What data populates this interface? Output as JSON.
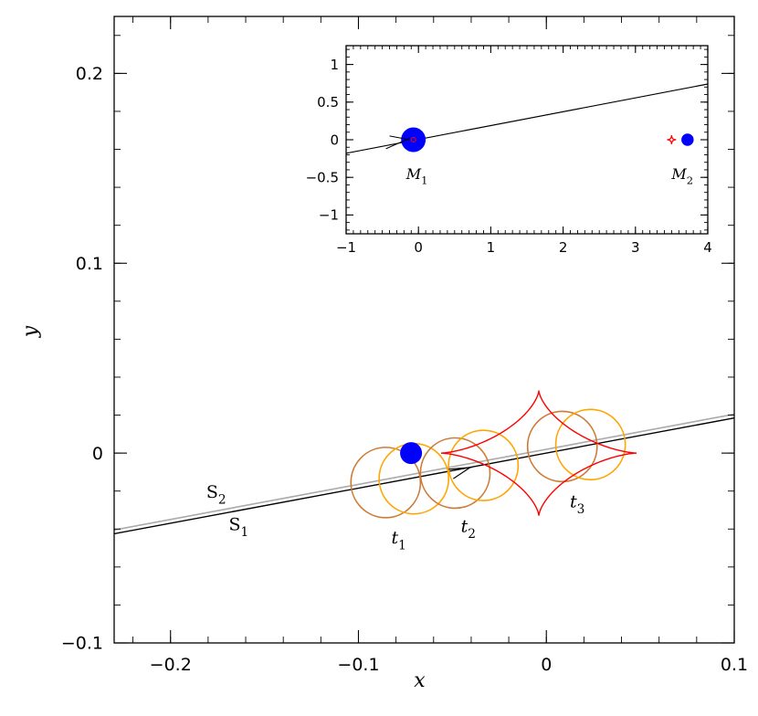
{
  "chart_data": [
    {
      "type": "line",
      "xlabel": "x",
      "ylabel": "y",
      "xlim": [
        -0.23,
        0.1
      ],
      "ylim": [
        -0.1,
        0.23
      ],
      "xticks": [
        {
          "v": -0.2,
          "t": "−0.2"
        },
        {
          "v": -0.1,
          "t": "−0.1"
        },
        {
          "v": 0,
          "t": "0"
        },
        {
          "v": 0.1,
          "t": "0.1"
        }
      ],
      "yticks": [
        {
          "v": -0.1,
          "t": "−0.1"
        },
        {
          "v": 0,
          "t": "0"
        },
        {
          "v": 0.1,
          "t": "0.1"
        },
        {
          "v": 0.2,
          "t": "0.2"
        }
      ],
      "x_minor_step": 0.02,
      "y_minor_step": 0.02,
      "series": [
        {
          "name": "S1",
          "color": "#000000",
          "x": [
            -0.23,
            0.1
          ],
          "y": [
            -0.0425,
            0.0185
          ]
        },
        {
          "name": "S2",
          "color": "#aaaaaa",
          "x": [
            -0.23,
            0.1
          ],
          "y": [
            -0.0405,
            0.0205
          ]
        }
      ],
      "lens_point": {
        "x": -0.072,
        "y": 0.0,
        "color": "#0000ff"
      },
      "source_circles": [
        {
          "x": -0.0855,
          "y": -0.0155,
          "r": 0.0185,
          "color": "#cd7a35"
        },
        {
          "x": -0.0705,
          "y": -0.0135,
          "r": 0.0185,
          "color": "#ffa500"
        },
        {
          "x": -0.0485,
          "y": -0.0105,
          "r": 0.0185,
          "color": "#cd7a35"
        },
        {
          "x": -0.0335,
          "y": -0.0065,
          "r": 0.0185,
          "color": "#ffa500"
        },
        {
          "x": 0.0085,
          "y": 0.0035,
          "r": 0.0185,
          "color": "#cd7a35"
        },
        {
          "x": 0.0235,
          "y": 0.0045,
          "r": 0.0185,
          "color": "#ffa500"
        }
      ],
      "caustic": {
        "cx": -0.004,
        "cy": 0.0,
        "ax": 0.052,
        "ay": 0.033,
        "color": "#ff0000"
      },
      "annotations": [
        {
          "text": "S",
          "sub": "2",
          "x": -0.181,
          "y": -0.0235
        },
        {
          "text": "S",
          "sub": "1",
          "x": -0.169,
          "y": -0.0405
        },
        {
          "text": "t",
          "sub": "1",
          "x": -0.0825,
          "y": -0.0475,
          "italic": true
        },
        {
          "text": "t",
          "sub": "2",
          "x": -0.0455,
          "y": -0.0415,
          "italic": true
        },
        {
          "text": "t",
          "sub": "3",
          "x": 0.0125,
          "y": -0.0285,
          "italic": true
        }
      ]
    },
    {
      "type": "line",
      "xlim": [
        -1,
        4
      ],
      "ylim": [
        -1.25,
        1.25
      ],
      "xticks": [
        {
          "v": -1,
          "t": "−1"
        },
        {
          "v": 0,
          "t": "0"
        },
        {
          "v": 1,
          "t": "1"
        },
        {
          "v": 2,
          "t": "2"
        },
        {
          "v": 3,
          "t": "3"
        },
        {
          "v": 4,
          "t": "4"
        }
      ],
      "yticks": [
        {
          "v": -1,
          "t": "−1"
        },
        {
          "v": -0.5,
          "t": "−0.5"
        },
        {
          "v": 0,
          "t": "0"
        },
        {
          "v": 0.5,
          "t": "0.5"
        },
        {
          "v": 1,
          "t": "1"
        }
      ],
      "x_minor_step": 0.1,
      "y_minor_step": 0.1,
      "series": [
        {
          "name": "trajectory",
          "color": "#000000",
          "x": [
            -1,
            4
          ],
          "y": [
            -0.18,
            0.74
          ]
        }
      ],
      "masses": [
        {
          "x": -0.07,
          "y": 0.0,
          "r": 0.17,
          "color": "#0000ff"
        },
        {
          "x": 3.72,
          "y": 0.0,
          "r": 0.085,
          "color": "#0000ff"
        }
      ],
      "annotations": [
        {
          "text": "M",
          "sub": "1",
          "x": -0.17,
          "y": -0.52,
          "italic": true
        },
        {
          "text": "M",
          "sub": "2",
          "x": 3.5,
          "y": -0.52,
          "italic": true
        }
      ]
    }
  ]
}
